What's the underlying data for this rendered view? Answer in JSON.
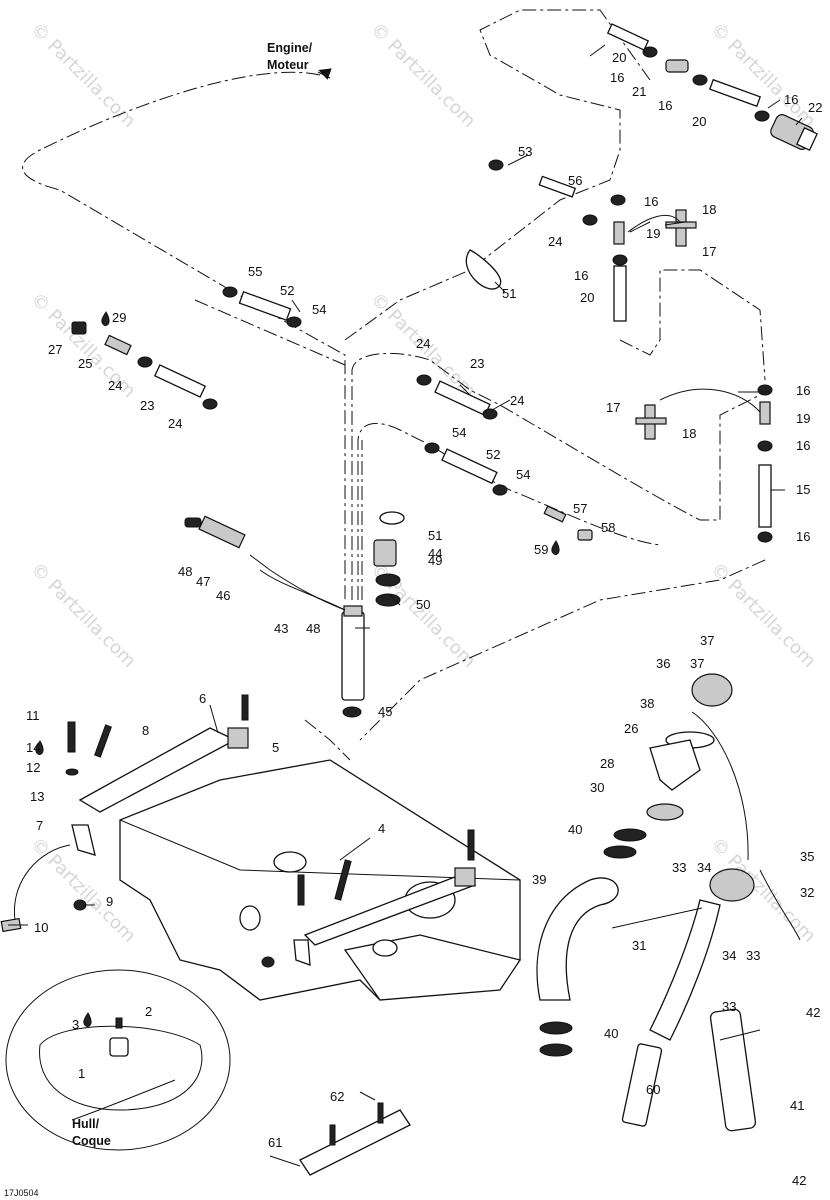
{
  "figure_code": "17J0504",
  "watermark": "© Partzilla.com",
  "labels": {
    "engine_line1": "Engine/",
    "engine_line2": "Moteur",
    "hull_line1": "Hull/",
    "hull_line2": "Coque"
  },
  "callouts": {
    "c1": "1",
    "c2": "2",
    "c3": "3",
    "c4": "4",
    "c5": "5",
    "c6": "6",
    "c7": "7",
    "c8": "8",
    "c9": "9",
    "c10": "10",
    "c11": "11",
    "c12": "12",
    "c13": "13",
    "c14": "14",
    "c15": "15",
    "c16": "16",
    "c17": "17",
    "c18": "18",
    "c19": "19",
    "c20": "20",
    "c21": "21",
    "c22": "22",
    "c23": "23",
    "c24": "24",
    "c25": "25",
    "c26": "26",
    "c27": "27",
    "c28": "28",
    "c29": "29",
    "c30": "30",
    "c31": "31",
    "c32": "32",
    "c33": "33",
    "c34": "34",
    "c35": "35",
    "c36": "36",
    "c37": "37",
    "c38": "38",
    "c39": "39",
    "c40": "40",
    "c41": "41",
    "c42": "42",
    "c43": "43",
    "c44": "44",
    "c45": "45",
    "c46": "46",
    "c47": "47",
    "c48": "48",
    "c49": "49",
    "c50": "50",
    "c51": "51",
    "c52": "52",
    "c53": "53",
    "c54": "54",
    "c55": "55",
    "c56": "56",
    "c57": "57",
    "c58": "58",
    "c59": "59",
    "c60": "60",
    "c61": "61",
    "c62": "62"
  },
  "icons": {
    "sealant_drop": "drop-icon",
    "arrow_to": "arrow-right-icon"
  }
}
